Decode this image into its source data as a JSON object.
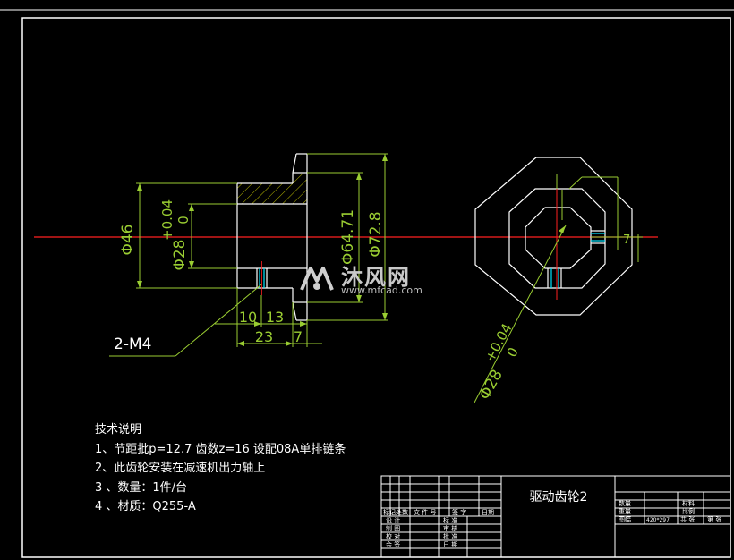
{
  "drawing": {
    "colors": {
      "outline": "#ffffff",
      "dimension": "#9acd32",
      "centerline": "#ff2020",
      "hatch": "#b8b800",
      "thread": "#00e5ff"
    },
    "dims": {
      "d46": "Φ46",
      "d28_base": "Φ28",
      "d28_upper": "+0.04",
      "d28_lower": "0",
      "d64": "Φ64.71",
      "d72": "Φ72.8",
      "len10": "10",
      "len13": "13",
      "len23": "23",
      "len7": "7",
      "thread": "2-M4",
      "r_base": "Φ28",
      "r_upper": "+0.04",
      "r_lower": "0"
    }
  },
  "notes": {
    "title": "技术说明",
    "lines": [
      "1、节距批p=12.7   齿数z=16   设配08A单排链条",
      "2、此齿轮安装在减速机出力轴上",
      "3 、数量：1件/台",
      "4 、材质：Q255-A"
    ]
  },
  "title_block": {
    "part_name": "驱动齿轮2",
    "rev_headers": [
      "标记处数",
      "文 件 号",
      "签 字",
      "日期"
    ],
    "left_labels": [
      "设 计",
      "制 图",
      "校 对",
      "会 签"
    ],
    "mid_labels": [
      "标 准",
      "审 核",
      "批 准",
      "日 期"
    ],
    "right": {
      "qty_label": "数量",
      "weight_label": "重量",
      "sheet_label": "图幅",
      "sheet_size": "420*297",
      "material_label": "材料",
      "scale_label": "比例",
      "total_label": "共  张",
      "page_label": "第  张"
    }
  },
  "watermark": {
    "name": "沐风网",
    "url": "www.mfcad.com"
  }
}
